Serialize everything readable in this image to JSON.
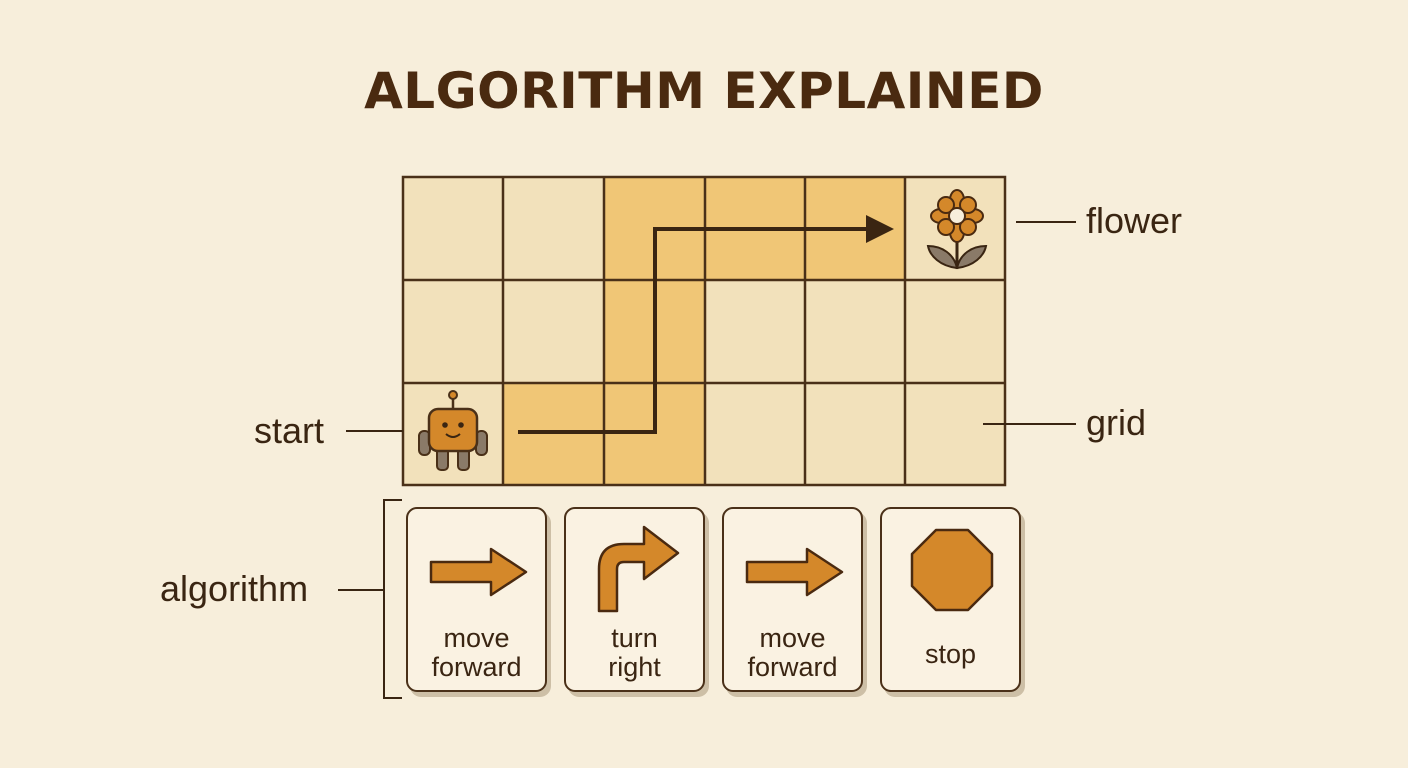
{
  "title": "ALGORITHM EXPLAINED",
  "labels": {
    "flower": "flower",
    "grid": "grid",
    "start": "start",
    "algorithm": "algorithm"
  },
  "grid": {
    "rows": 3,
    "cols": 6
  },
  "path": [
    "move forward",
    "turn right",
    "move forward"
  ],
  "cards": [
    {
      "line1": "move",
      "line2": "forward",
      "icon": "arrow-right-icon"
    },
    {
      "line1": "turn",
      "line2": "right",
      "icon": "turn-right-icon"
    },
    {
      "line1": "move",
      "line2": "forward",
      "icon": "arrow-right-icon"
    },
    {
      "line1": "stop",
      "line2": "",
      "icon": "stop-octagon-icon"
    }
  ],
  "colors": {
    "background": "#f7eedb",
    "cell": "#f2e1bb",
    "path_cell": "#f0c676",
    "accent": "#d4882a",
    "ink": "#3a2512"
  }
}
